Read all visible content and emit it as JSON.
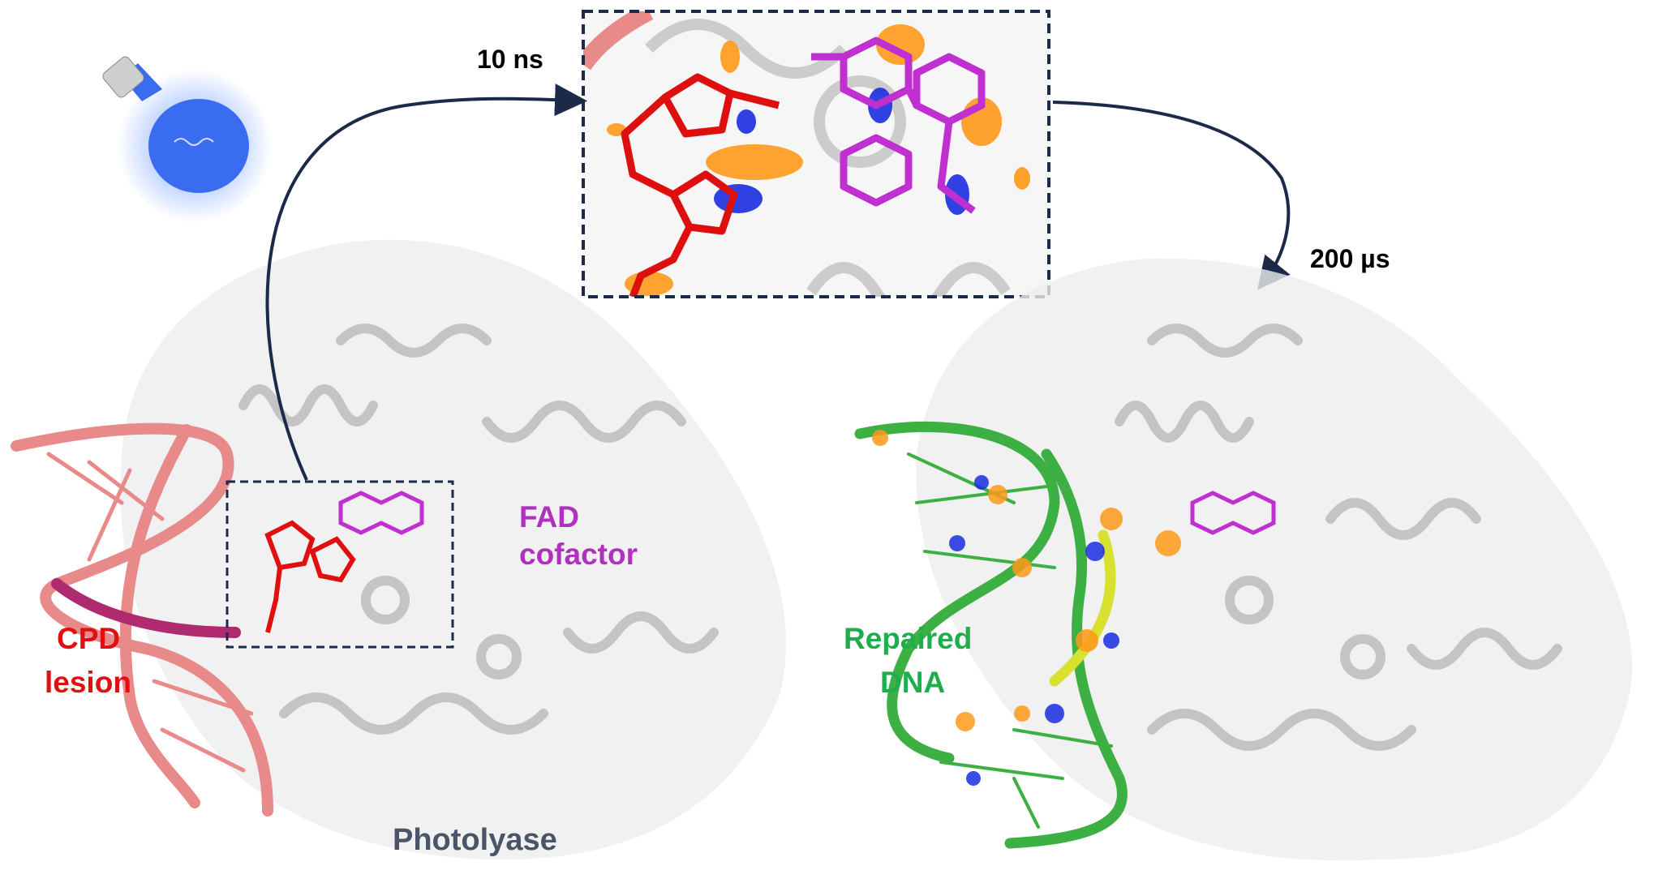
{
  "labels": {
    "time_1": "10 ns",
    "time_2": "200 µs",
    "fad_line1": "FAD",
    "fad_line2": "cofactor",
    "cpd_line1": "CPD",
    "cpd_line2": "lesion",
    "repaired_line1": "Repaired",
    "repaired_line2": "DNA",
    "protein": "Photolyase"
  },
  "colors": {
    "arrow": "#1b2a48",
    "cpd": "#e01010",
    "fad": "#b030c0",
    "repaired": "#1fae4b",
    "protein_label": "#4a5568",
    "bulb": "#3a6cf0",
    "density_orange": "#ff9a1a",
    "density_blue": "#1a2ee0",
    "dna_damaged": "#e88a8a",
    "dna_repaired": "#3cb043"
  }
}
